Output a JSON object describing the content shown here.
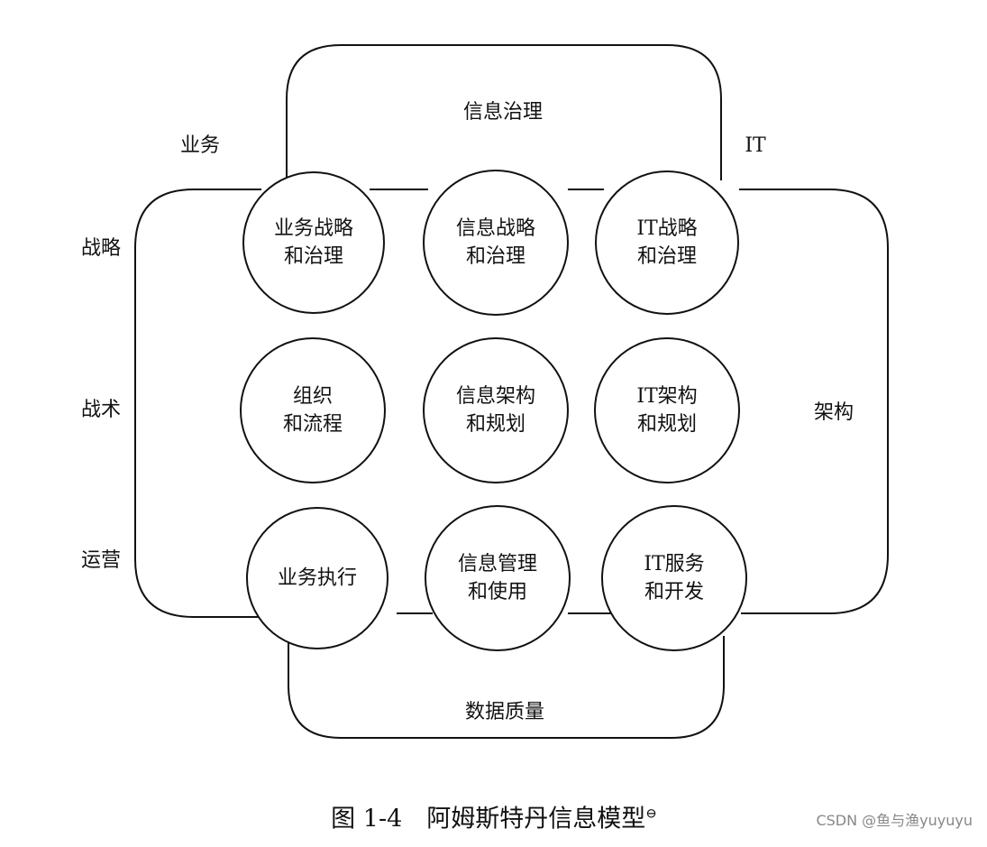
{
  "diagram": {
    "outer_labels": {
      "top_band": "信息治理",
      "bottom_band": "数据质量",
      "right_band": "架构",
      "business": "业务",
      "it": "IT",
      "strategy": "战略",
      "tactics": "战术",
      "operations": "运营"
    },
    "circles": [
      {
        "line1": "业务战略",
        "line2": "和治理"
      },
      {
        "line1": "信息战略",
        "line2": "和治理"
      },
      {
        "line1": "IT战略",
        "line2": "和治理"
      },
      {
        "line1": "组织",
        "line2": "和流程"
      },
      {
        "line1": "信息架构",
        "line2": "和规划"
      },
      {
        "line1": "IT架构",
        "line2": "和规划"
      },
      {
        "line1": "业务执行",
        "line2": ""
      },
      {
        "line1": "信息管理",
        "line2": "和使用"
      },
      {
        "line1": "IT服务",
        "line2": "和开发"
      }
    ]
  },
  "caption": {
    "text": "图 1-4　阿姆斯特丹信息模型",
    "footnote_mark": "⊖"
  },
  "watermark": "CSDN @鱼与渔yuyuyu"
}
